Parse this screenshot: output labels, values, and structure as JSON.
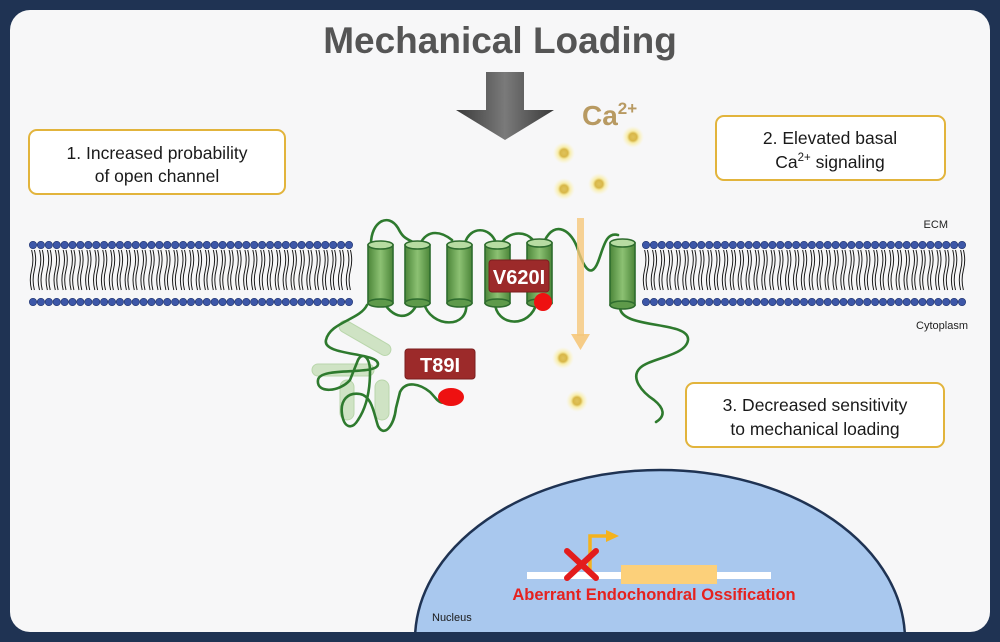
{
  "title": "Mechanical Loading",
  "ion_label": {
    "base": "Ca",
    "sup": "2+"
  },
  "boxes": {
    "box1": {
      "line1": "1. Increased probability",
      "line2": "of open channel"
    },
    "box2": {
      "line1": "2. Elevated basal",
      "line2_base": "Ca",
      "line2_sup": "2+",
      "line2_rest": " signaling"
    },
    "box3": {
      "line1": "3. Decreased sensitivity",
      "line2": "to mechanical loading"
    }
  },
  "labels": {
    "ecm": "ECM",
    "cytoplasm": "Cytoplasm",
    "nucleus": "Nucleus"
  },
  "mutations": {
    "mut1": "V620I",
    "mut2": "T89I"
  },
  "outcome": "Aberrant Endochondral Ossification",
  "colors": {
    "frame": "#1f3353",
    "background": "#f7f7f8",
    "box_border": "#e2b43c",
    "membrane": "#3d57a8",
    "helix": "#5e9a4a",
    "loop": "#2e7a2e",
    "mutation_label": "#9c2a2a",
    "mutation_site": "#ee1111",
    "ion": "#f0dc7c",
    "calcium_text": "#b89a62",
    "nucleus": "#a9c8ee",
    "outcome_text": "#e5221f",
    "gene": "#fcd07a",
    "promoter_arrow": "#f4b21d",
    "block_x": "#e31c1c",
    "flux_arrow": "#f5c77a"
  }
}
